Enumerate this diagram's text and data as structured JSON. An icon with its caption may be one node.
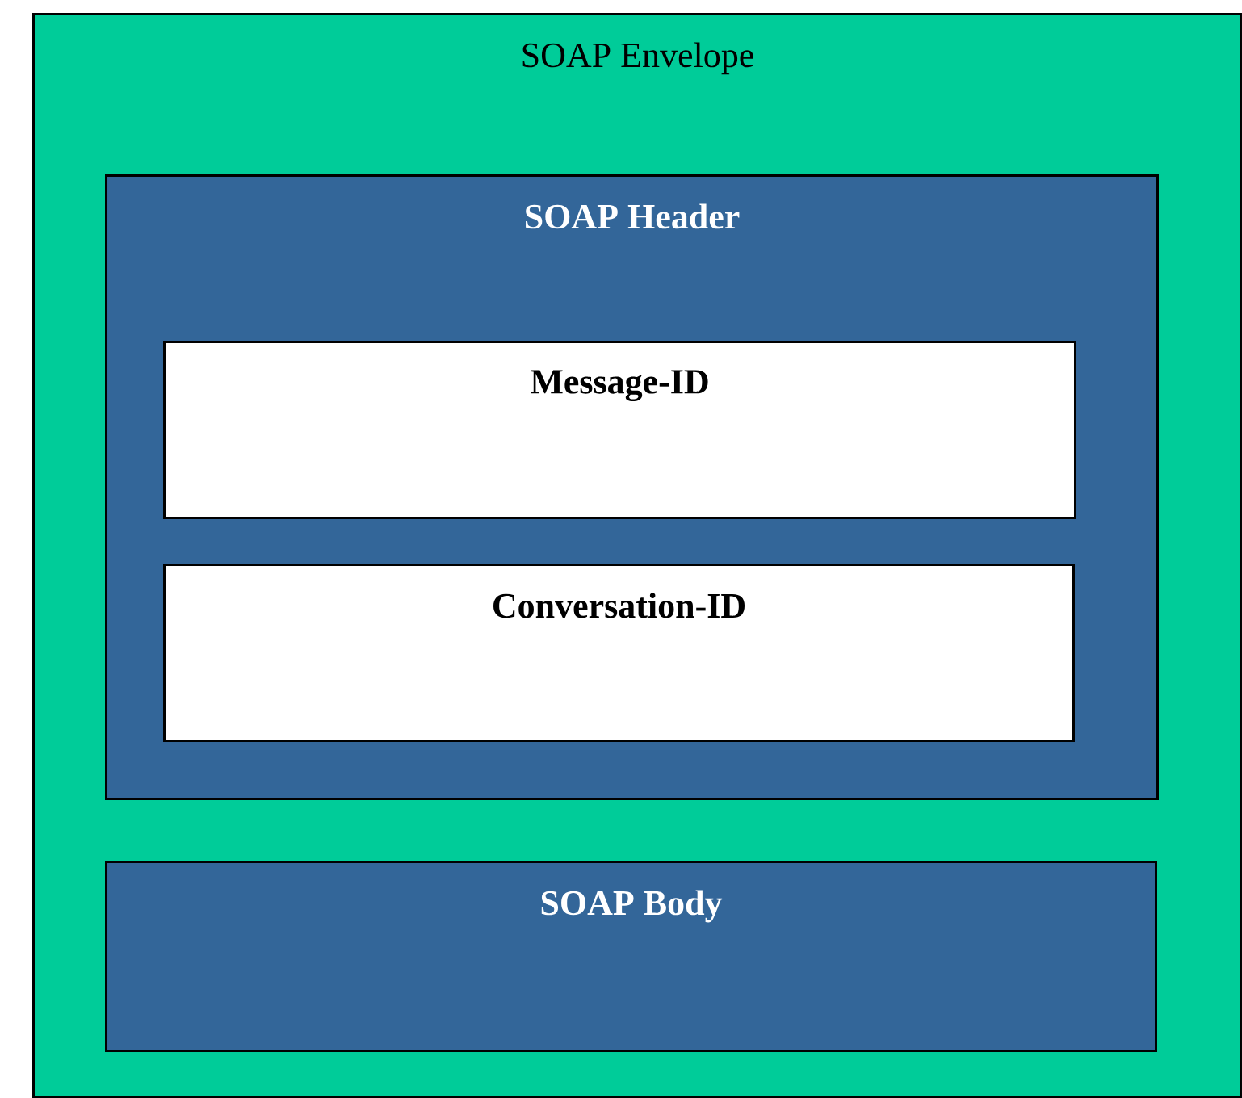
{
  "diagram": {
    "nodes": [
      {
        "text": [
          "SOAP Envelope"
        ]
      },
      {
        "text": [
          "SOAP Header"
        ],
        "in": 0
      },
      {
        "text": [
          "Message-ID"
        ],
        "in": 1
      },
      {
        "text": [
          "Conversation-ID"
        ],
        "in": 1
      },
      {
        "text": [
          "SOAP Body"
        ],
        "in": 0
      }
    ]
  }
}
